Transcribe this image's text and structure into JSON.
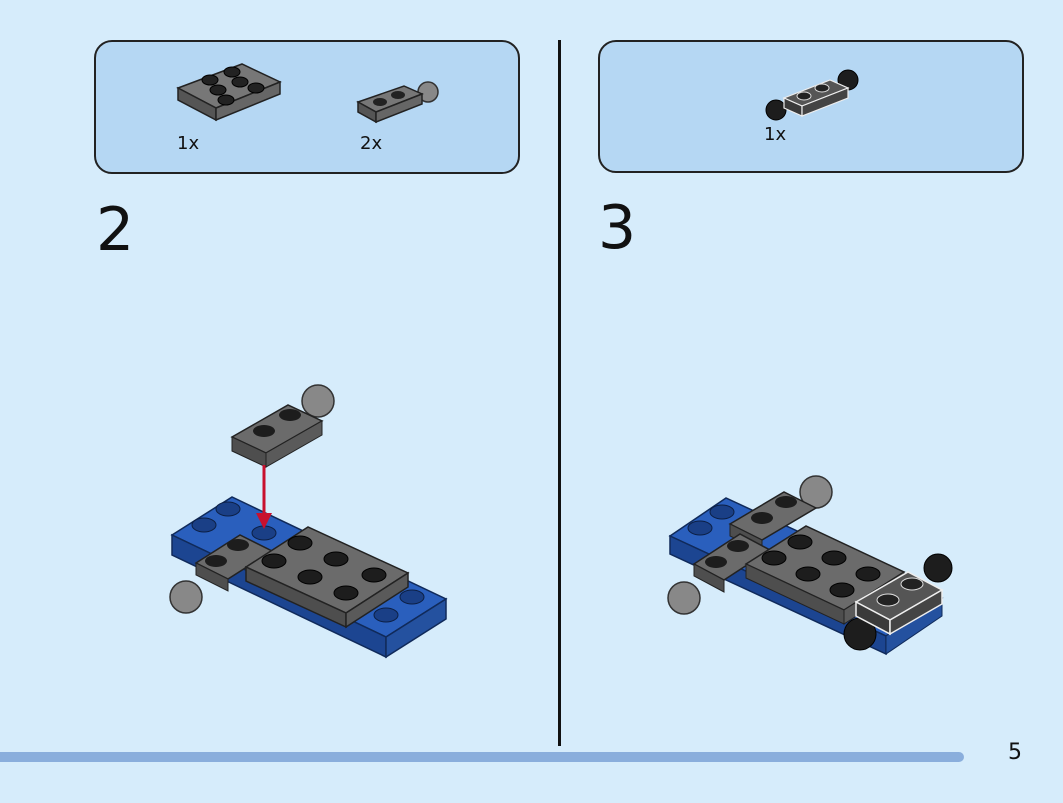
{
  "steps": [
    {
      "number": "2",
      "parts": [
        {
          "qty": "1x",
          "icon": "plate-2x3-dark-gray-icon"
        },
        {
          "qty": "2x",
          "icon": "plate-1x2-ball-joint-icon"
        }
      ]
    },
    {
      "number": "3",
      "parts": [
        {
          "qty": "1x",
          "icon": "plate-1x2-two-balls-icon"
        }
      ]
    }
  ],
  "page": {
    "number": "5"
  },
  "colors": {
    "background": "#d6ecfb",
    "callout": "#b5d7f3",
    "dark_gray": "#6b6b6b",
    "blue": "#2a5fbd",
    "arrow": "#c8102e"
  }
}
